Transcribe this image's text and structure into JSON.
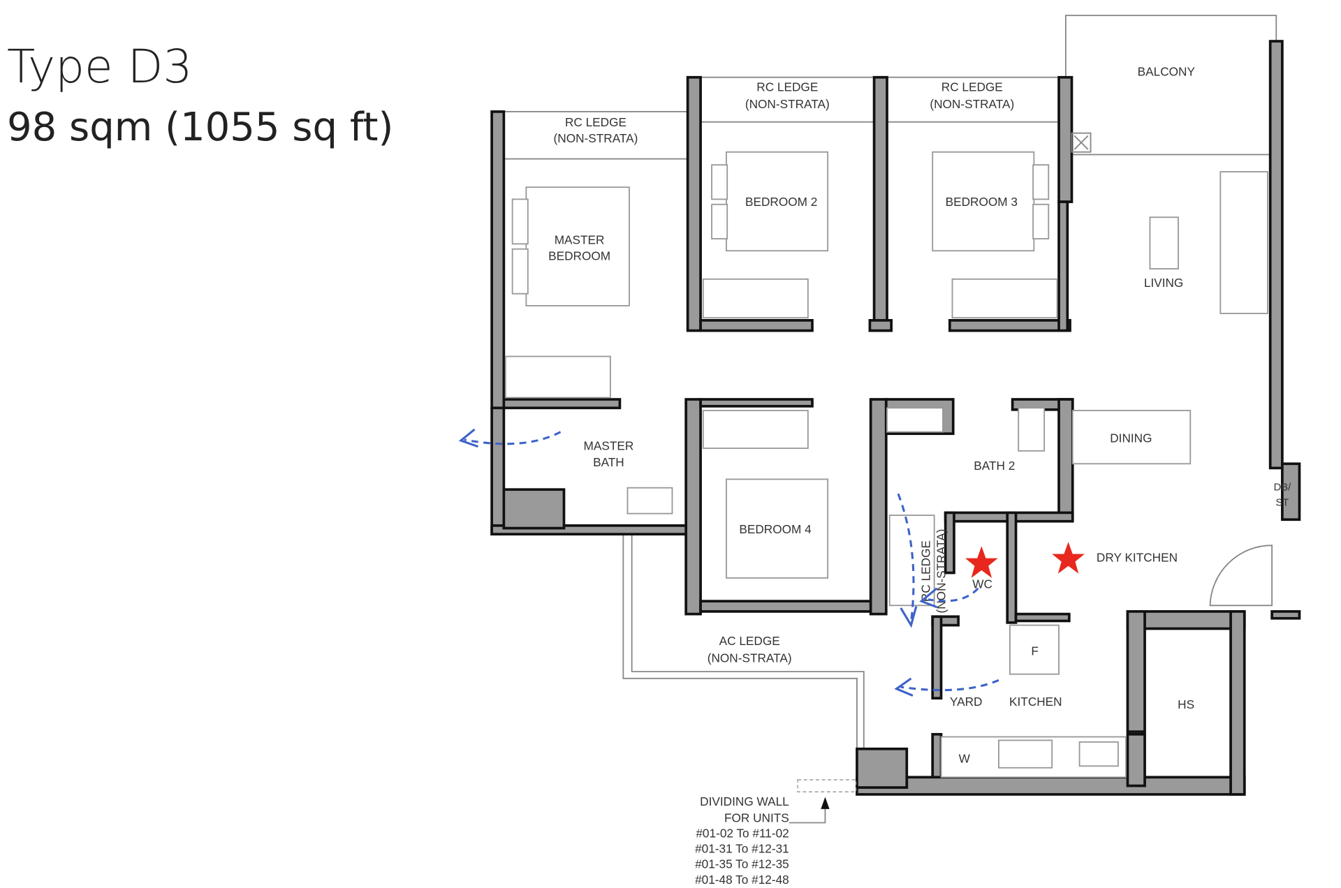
{
  "header": {
    "title": "Type D3",
    "area": "98 sqm (1055 sq ft)"
  },
  "rooms": {
    "rc_ledge_1": [
      "RC LEDGE",
      "(NON-STRATA)"
    ],
    "rc_ledge_2": [
      "RC LEDGE",
      "(NON-STRATA)"
    ],
    "rc_ledge_3": [
      "RC LEDGE",
      "(NON-STRATA)"
    ],
    "balcony": "BALCONY",
    "master_bedroom": [
      "MASTER",
      "BEDROOM"
    ],
    "bedroom2": "BEDROOM 2",
    "bedroom3": "BEDROOM 3",
    "living": "LIVING",
    "master_bath": [
      "MASTER",
      "BATH"
    ],
    "dining": "DINING",
    "bath2": "BATH 2",
    "db_st": [
      "DB/",
      "ST"
    ],
    "bedroom4": "BEDROOM 4",
    "rc_ledge_vertical": [
      "RC LEDGE",
      "(NON-STRATA)"
    ],
    "wc": "WC",
    "dry_kitchen": "DRY KITCHEN",
    "ac_ledge": [
      "AC LEDGE",
      "(NON-STRATA)"
    ],
    "fridge": "F",
    "yard": "YARD",
    "kitchen": "KITCHEN",
    "hs": "HS",
    "washer": "W"
  },
  "note": {
    "lines": [
      "DIVIDING WALL",
      "FOR UNITS",
      "#01-02 To #11-02",
      "#01-31 To #12-31",
      "#01-35 To #12-35",
      "#01-48 To #12-48"
    ]
  },
  "annotation_colors": {
    "star": "#e8281e",
    "arrow": "#3d63c9",
    "wall": "#9a9a9a"
  }
}
